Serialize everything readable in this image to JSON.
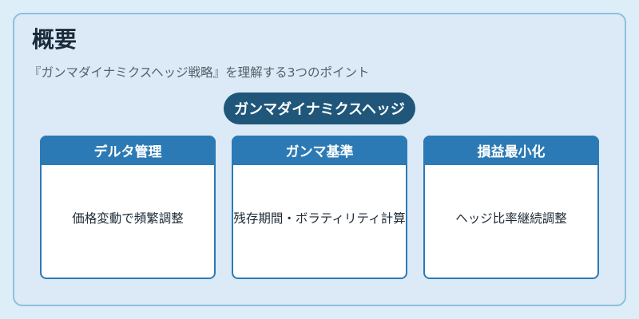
{
  "title": "概要",
  "subtitle": "『ガンマダイナミクスヘッジ戦略』を理解する3つのポイント",
  "center_label": "ガンマダイナミクスヘッジ",
  "cards": [
    {
      "header": "デルタ管理",
      "body": "価格変動で頻繁調整"
    },
    {
      "header": "ガンマ基準",
      "body": "残存期間・ボラティリティ計算"
    },
    {
      "header": "損益最小化",
      "body": "ヘッジ比率継続調整"
    }
  ],
  "colors": {
    "background": "#ddeef8",
    "pill": "#1f5679",
    "card_header": "#2c7ab5",
    "panel_border": "#8fbfdc"
  }
}
